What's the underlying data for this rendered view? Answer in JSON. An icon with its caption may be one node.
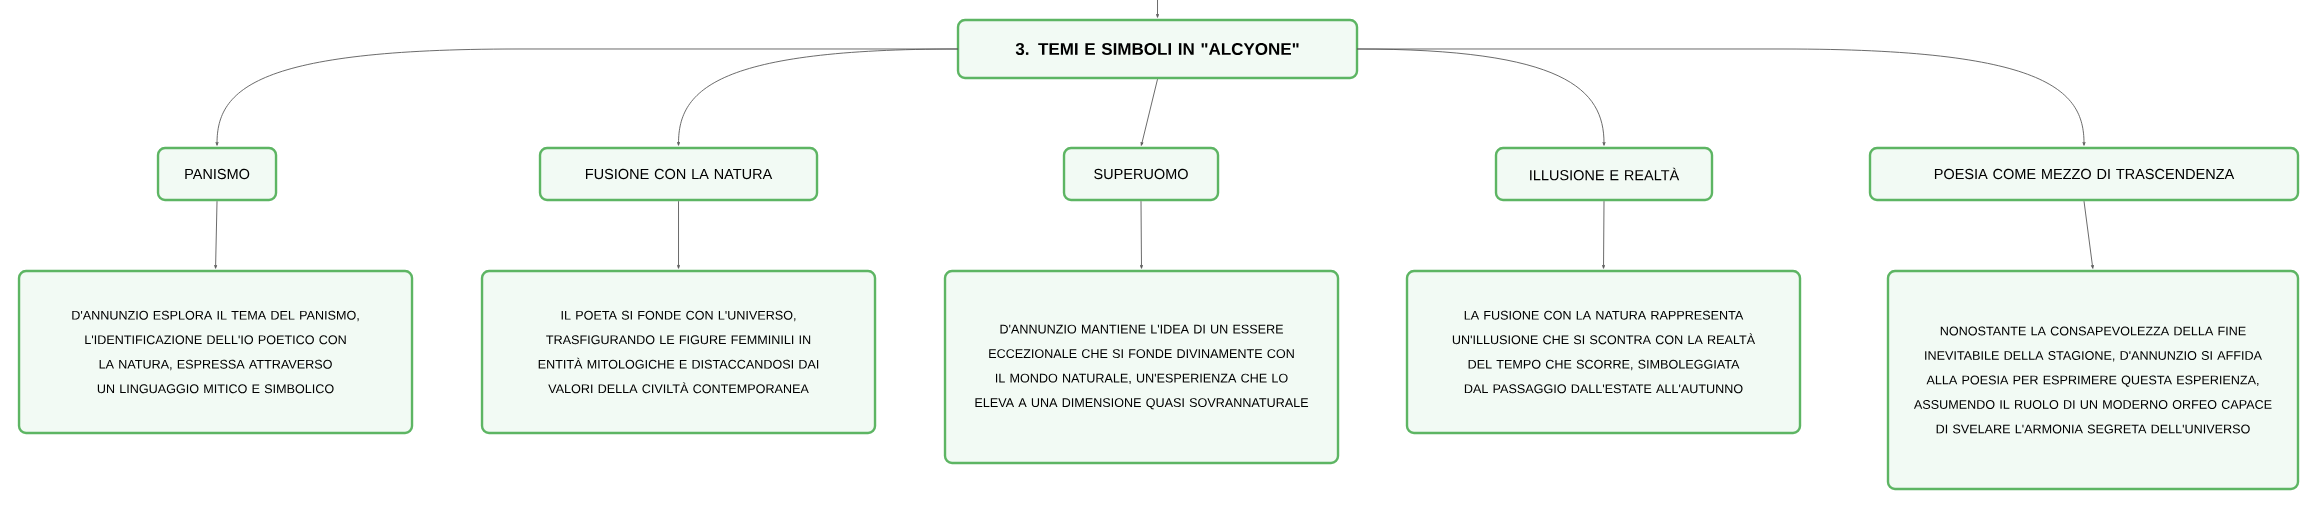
{
  "diagram": {
    "nodes": [
      {
        "text": [
          "3. TEMI E SIMBOLI IN \"ALCYONE\""
        ]
      },
      {
        "text": [
          "PANISMO"
        ]
      },
      {
        "text": [
          "FUSIONE CON LA NATURA"
        ]
      },
      {
        "text": [
          "SUPERUOMO"
        ]
      },
      {
        "text": [
          "ILLUSIONE E REALTÀ"
        ]
      },
      {
        "text": [
          "POESIA COME MEZZO DI TRASCENDENZA"
        ]
      },
      {
        "text": [
          "D'ANNUNZIO ESPLORA IL TEMA DEL PANISMO, L'IDENTIFICAZIONE DELL'IO POETICO CON LA NATURA, ESPRESSA ATTRAVERSO UN LINGUAGGIO MITICO E SIMBOLICO"
        ]
      },
      {
        "text": [
          "IL POETA SI FONDE CON L'UNIVERSO, TRASFIGURANDO LE FIGURE FEMMINILI IN ENTITÀ MITOLOGICHE E DISTACCANDOSI DAI VALORI DELLA CIVILTÀ CONTEMPORANEA"
        ]
      },
      {
        "text": [
          "D'ANNUNZIO MANTIENE L'IDEA DI UN ESSERE ECCEZIONALE CHE SI FONDE DIVINAMENTE CON IL MONDO NATURALE, UN'ESPERIENZA CHE LO ELEVA A UNA DIMENSIONE QUASI SOVRANNATURALE"
        ]
      },
      {
        "text": [
          "LA FUSIONE CON LA NATURA RAPPRESENTA UN'ILLUSIONE CHE SI SCONTRA CON LA REALTÀ DEL TEMPO CHE SCORRE, SIMBOLEGGIATA DAL PASSAGGIO DALL'ESTATE ALL'AUTUNNO"
        ]
      },
      {
        "text": [
          "NONOSTANTE LA CONSAPEVOLEZZA DELLA FINE INEVITABILE DELLA STAGIONE, D'ANNUNZIO SI AFFIDA ALLA POESIA PER ESPRIMERE QUESTA ESPERIENZA, ASSUMENDO IL RUOLO DI UN MODERNO ORFEO CAPACE DI SVELARE L'ARMONIA SEGRETA DELL'UNIVERSO"
        ]
      }
    ],
    "edges": [
      {
        "from": null,
        "to": 0,
        "arrow": "to"
      },
      {
        "from": 0,
        "to": 1,
        "arrow": "to"
      },
      {
        "from": 0,
        "to": 2,
        "arrow": "to"
      },
      {
        "from": 0,
        "to": 3,
        "arrow": "to"
      },
      {
        "from": 0,
        "to": 4,
        "arrow": "to"
      },
      {
        "from": 0,
        "to": 5,
        "arrow": "to"
      },
      {
        "from": 1,
        "to": 6,
        "arrow": "to"
      },
      {
        "from": 2,
        "to": 7,
        "arrow": "to"
      },
      {
        "from": 3,
        "to": 8,
        "arrow": "to"
      },
      {
        "from": 4,
        "to": 9,
        "arrow": "to"
      },
      {
        "from": 5,
        "to": 10,
        "arrow": "to"
      }
    ]
  }
}
